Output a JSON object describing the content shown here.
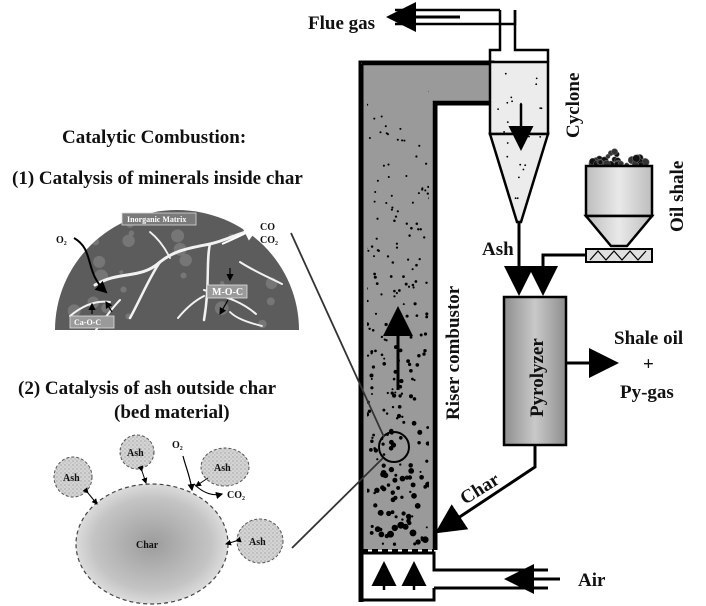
{
  "labels": {
    "flue_gas": "Flue gas",
    "cyclone": "Cyclone",
    "oil_shale": "Oil shale",
    "ash": "Ash",
    "riser_combustor": "Riser combustor",
    "pyrolyzer": "Pyrolyzer",
    "shale_oil": "Shale oil",
    "plus": "+",
    "py_gas": "Py-gas",
    "char": "Char",
    "air": "Air"
  },
  "catalytic": {
    "title": "Catalytic Combustion:",
    "item1": "(1) Catalysis of minerals inside char",
    "item2_line1": "(2) Catalysis of ash outside char",
    "item2_line2": "(bed material)"
  },
  "inset1": {
    "o2": "O₂",
    "inorganic_matrix": "Inorganic Matrix",
    "co": "CO",
    "co2": "CO₂",
    "m_o_c": "M-O-C",
    "ca_o_c": "Ca-O-C"
  },
  "inset2": {
    "char": "Char",
    "ash_left": "Ash",
    "ash_top": "Ash",
    "ash_upper_right": "Ash",
    "ash_right": "Ash",
    "o2": "O₂",
    "co2": "CO₂"
  },
  "colors": {
    "riser_fill": "#9a9a9a",
    "pyrolyzer_fill": "#a9a9a9",
    "inset_dark": "#5c5c5c",
    "ash_fill": "#cfcfcf"
  }
}
